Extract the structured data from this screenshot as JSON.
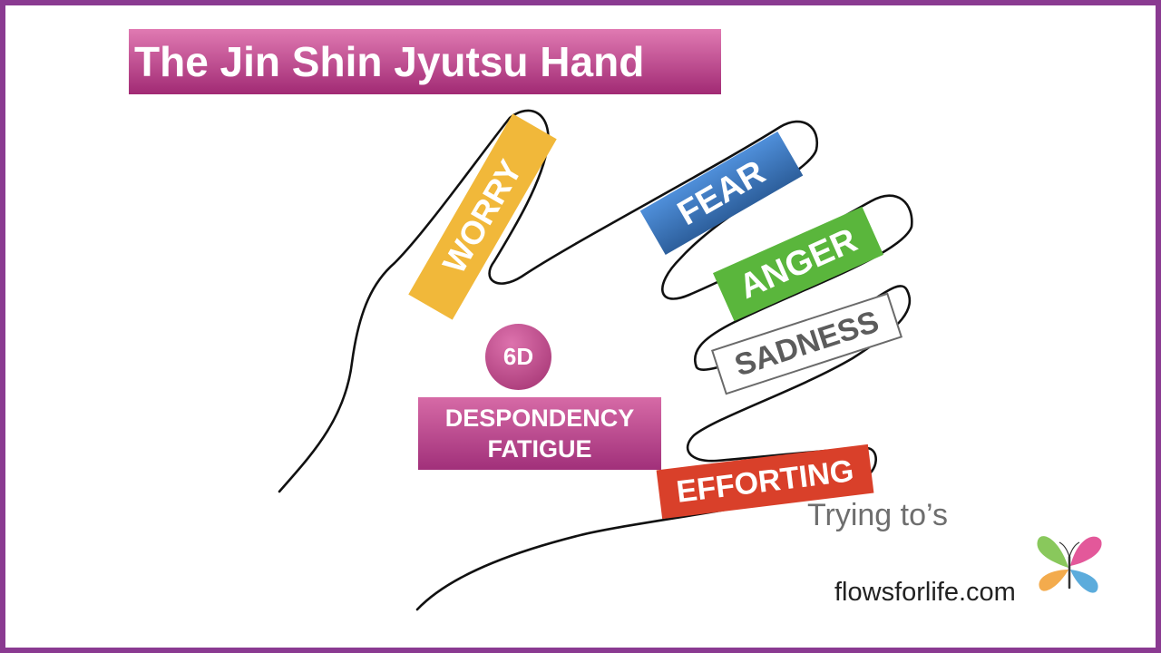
{
  "title": "The Jin Shin Jyutsu Hand",
  "fingers": {
    "thumb": "WORRY",
    "index": "FEAR",
    "middle": "ANGER",
    "ring": "SADNESS",
    "little": "EFFORTING"
  },
  "palm": {
    "badge": "6D",
    "line1": "DESPONDENCY",
    "line2": "FATIGUE"
  },
  "little_note": "Trying to’s",
  "website": "flowsforlife.com",
  "colors": {
    "frame": "#8a3a91",
    "worry": "#f1b83a",
    "fear": "#3b75bb",
    "anger": "#5ab63c",
    "sadness": "#ffffff",
    "efforting": "#d9402a",
    "palm": "#b8408a"
  }
}
